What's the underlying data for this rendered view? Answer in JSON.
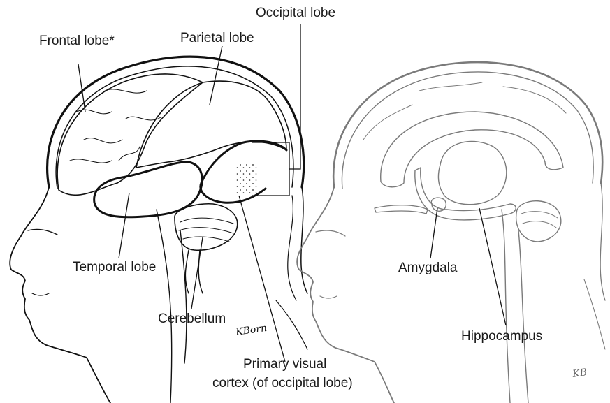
{
  "left_figure": {
    "labels": {
      "frontal": "Frontal lobe*",
      "parietal": "Parietal lobe",
      "occipital": "Occipital lobe",
      "temporal": "Temporal lobe",
      "cerebellum": "Cerebellum",
      "visual_line1": "Primary visual",
      "visual_line2": "cortex (of occipital lobe)"
    },
    "signature": "KBorn"
  },
  "right_figure": {
    "labels": {
      "amygdala": "Amygdala",
      "hippocampus": "Hippocampus"
    },
    "signature": "KB"
  }
}
